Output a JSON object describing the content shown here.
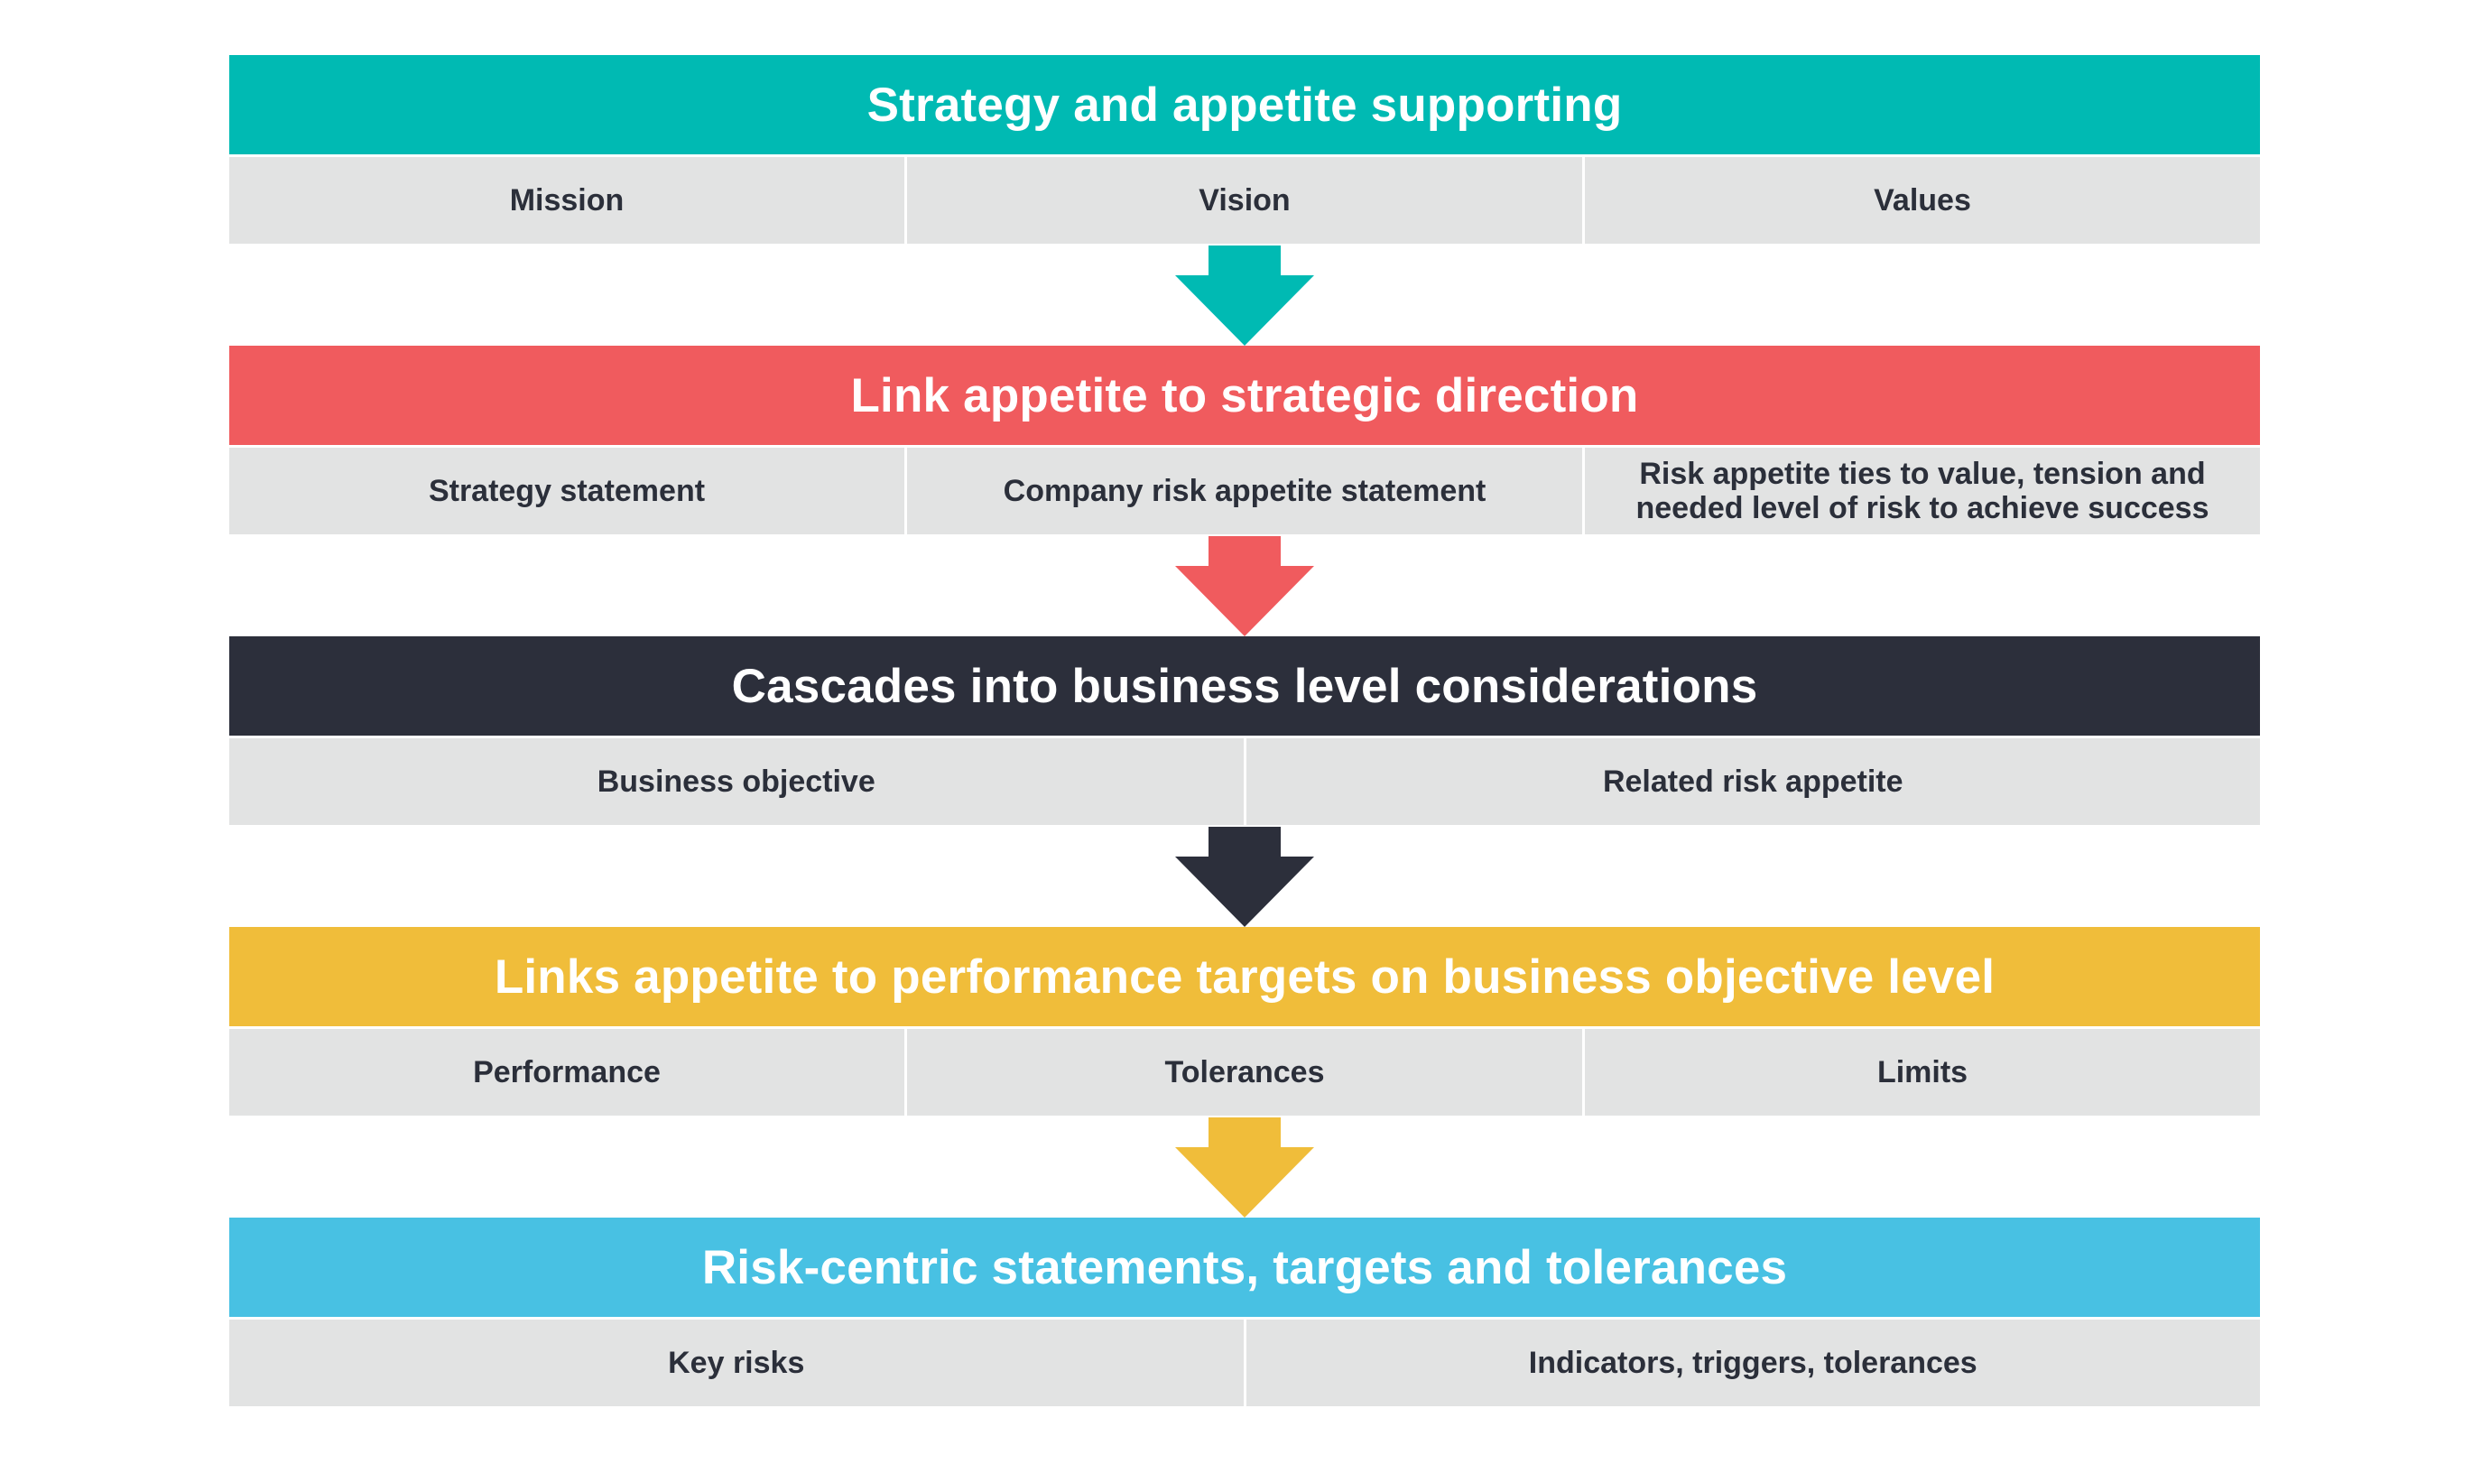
{
  "levels": [
    {
      "title": "Strategy and appetite supporting",
      "color": "#00bab3",
      "items": [
        "Mission",
        "Vision",
        "Values"
      ]
    },
    {
      "title": "Link appetite to strategic direction",
      "color": "#f05b5e",
      "items": [
        "Strategy statement",
        "Company risk appetite statement",
        "Risk appetite ties to value, tension and needed level of risk to achieve success"
      ]
    },
    {
      "title": "Cascades into business level considerations",
      "color": "#2c2f3b",
      "items": [
        "Business objective",
        "Related risk appetite"
      ]
    },
    {
      "title": "Links appetite to performance targets on business objective level",
      "color": "#f0bd3a",
      "items": [
        "Performance",
        "Tolerances",
        "Limits"
      ]
    },
    {
      "title": "Risk-centric statements, targets and tolerances",
      "color": "#48c1e3",
      "items": [
        "Key risks",
        "Indicators, triggers, tolerances"
      ]
    }
  ]
}
